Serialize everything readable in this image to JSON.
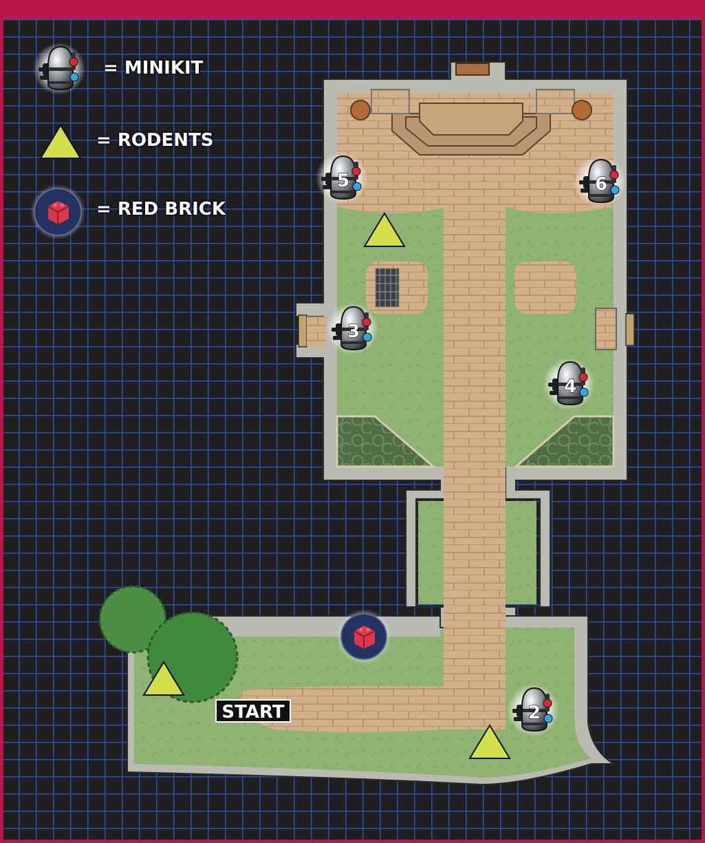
{
  "legend": {
    "minikit_label": "= MINIKIT",
    "rodents_label": "= RODENTS",
    "red_brick_label": "= RED BRICK"
  },
  "start_label": "START",
  "minikits": [
    {
      "number": "2"
    },
    {
      "number": "3"
    },
    {
      "number": "4"
    },
    {
      "number": "5"
    },
    {
      "number": "6"
    }
  ],
  "colors": {
    "frame": "#b8194a",
    "grid_background": "#1f1f22",
    "grid_lines": "#2a52a8",
    "wall": "#b9bab0",
    "grass": "#8fb373",
    "path": "#d2b08a",
    "rodent_marker": "#d4e04a",
    "red_brick_circle": "#243261",
    "red_brick": "#d9384a"
  }
}
